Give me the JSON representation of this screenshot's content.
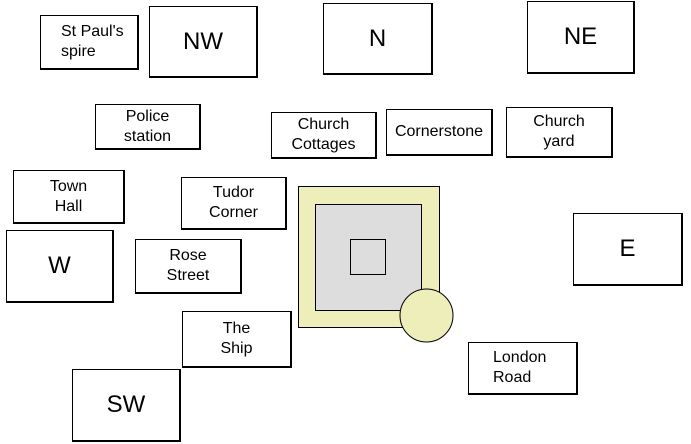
{
  "directions": {
    "nw": "NW",
    "n": "N",
    "ne": "NE",
    "w": "W",
    "e": "E",
    "sw": "SW"
  },
  "places": {
    "st_pauls_spire": "St Paul's\nspire",
    "police_station": "Police\nstation",
    "church_cottages": "Church\nCottages",
    "cornerstone": "Cornerstone",
    "church_yard": "Church\nyard",
    "town_hall": "Town\nHall",
    "tudor_corner": "Tudor\nCorner",
    "rose_street": "Rose\nStreet",
    "the_ship": "The\nShip",
    "london_road": "London\nRoad"
  },
  "colors": {
    "outer_square": "#eeeebb",
    "inner_square": "#dddddd",
    "circle": "#eeeebb",
    "border": "#000000"
  }
}
